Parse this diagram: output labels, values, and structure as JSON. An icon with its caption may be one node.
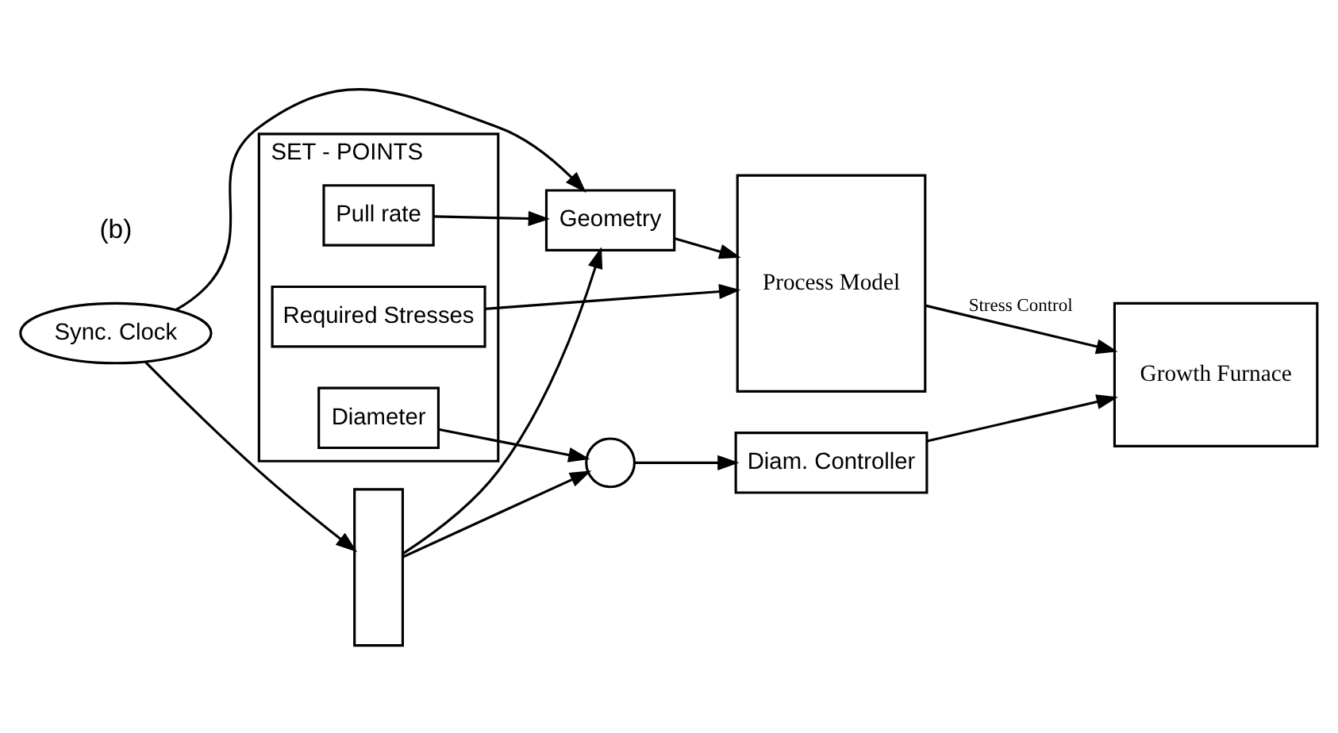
{
  "diagram": {
    "nodes": [
      {
        "text": [
          "SET - POINTS"
        ]
      },
      {
        "text": [
          "Required Stresses"
        ],
        "in": 0
      },
      {
        "text": [
          "Pull rate"
        ],
        "in": 0
      },
      {
        "text": [
          "Diameter"
        ],
        "in": 0
      },
      {
        "text": [
          "Geometry"
        ]
      },
      {
        "text": [
          "Sync. Clock"
        ]
      },
      {
        "text": [
          "Process Model"
        ]
      },
      {
        "text": [
          "Growth Furnace"
        ]
      },
      {
        "text": [],
        "shape": "box"
      },
      {
        "text": [],
        "shape": "circle"
      },
      {
        "text": [
          "Diam. Controller"
        ]
      }
    ],
    "edges": [
      {
        "from": 1,
        "to": 6,
        "arrow": "to"
      },
      {
        "from": 2,
        "to": 4,
        "arrow": "to"
      },
      {
        "from": 8,
        "to": 4,
        "arrow": "to"
      },
      {
        "from": 5,
        "to": 4,
        "arrow": "to"
      },
      {
        "from": 5,
        "to": 8,
        "arrow": "to"
      },
      {
        "from": 4,
        "to": 6,
        "arrow": "to"
      },
      {
        "from": 6,
        "to": 7,
        "label": "Stress Control",
        "arrow": "to"
      },
      {
        "from": 8,
        "to": 9,
        "arrow": "to"
      },
      {
        "from": 3,
        "to": 9,
        "arrow": "to"
      },
      {
        "from": 9,
        "to": 10,
        "arrow": "to"
      },
      {
        "from": 10,
        "to": 7,
        "arrow": "to"
      }
    ],
    "labels": [
      "(b)"
    ]
  }
}
